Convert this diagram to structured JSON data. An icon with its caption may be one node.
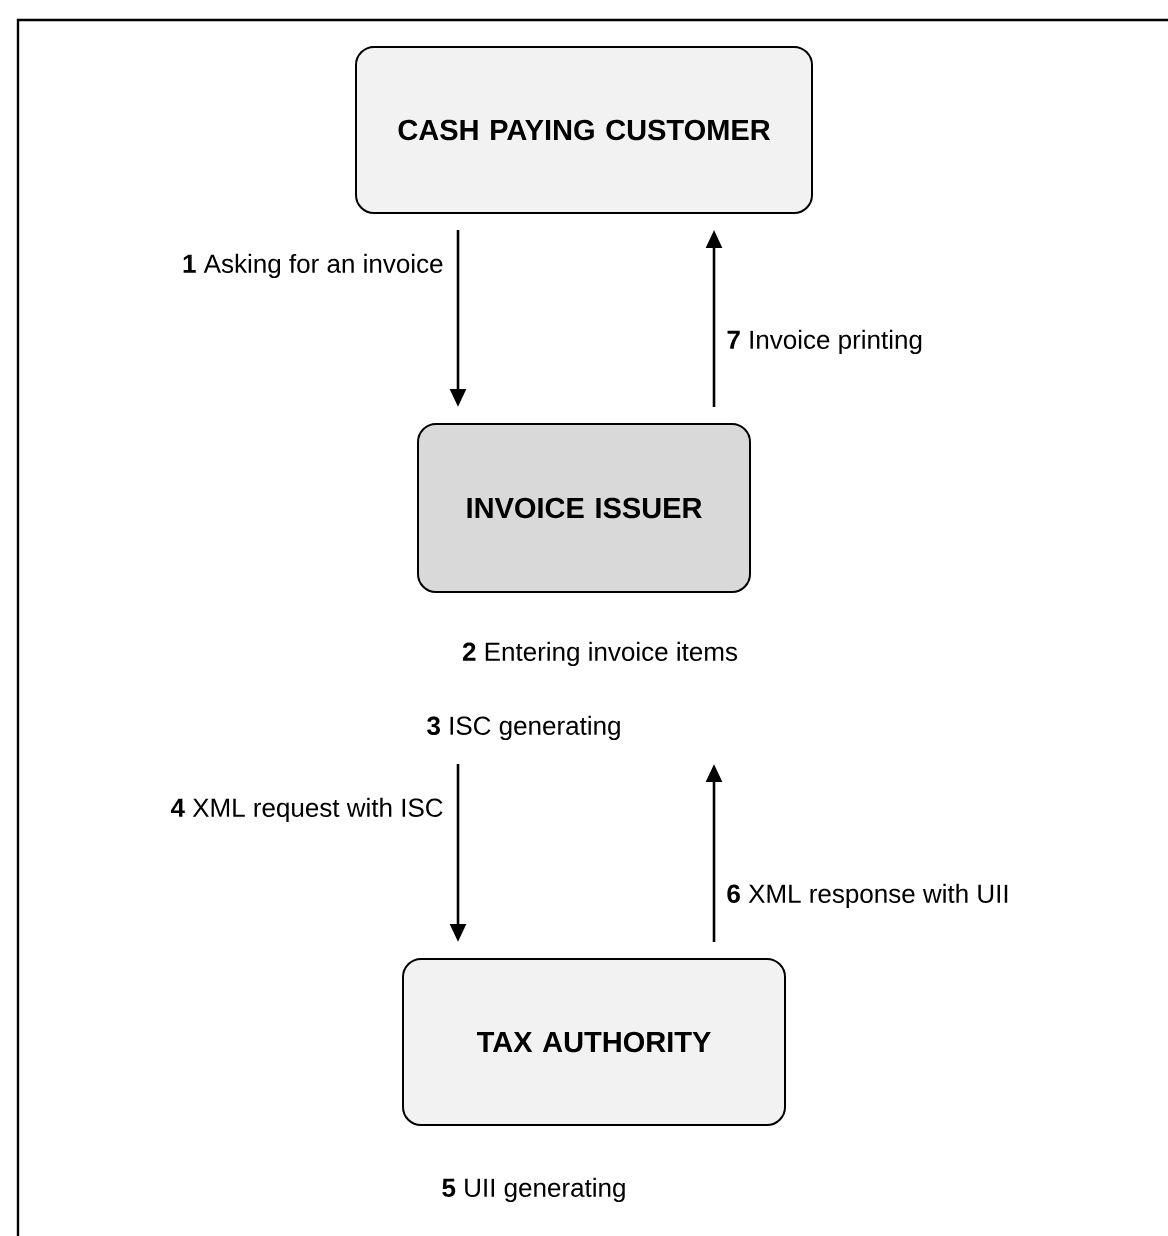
{
  "diagram": {
    "nodes": [
      {
        "text": [
          "CASH PAYING CUSTOMER"
        ]
      },
      {
        "text": [
          "INVOICE ISSUER"
        ],
        "beside": [
          "**2** Entering invoice items",
          "**3** ISC generating"
        ]
      },
      {
        "text": [
          "TAX AUTHORITY"
        ],
        "beside": [
          "**5** UII generating"
        ]
      }
    ],
    "edges": [
      {
        "from": 0,
        "to": 1,
        "arrow": "to",
        "label": "**1** Asking for an invoice"
      },
      {
        "from": 1,
        "to": 0,
        "arrow": "to",
        "label": "**7** Invoice printing"
      },
      {
        "from": 1,
        "to": 2,
        "arrow": "to",
        "label": "**4** XML request with ISC"
      },
      {
        "from": 2,
        "to": 1,
        "arrow": "to",
        "label": "**6** XML response with UII"
      }
    ]
  }
}
